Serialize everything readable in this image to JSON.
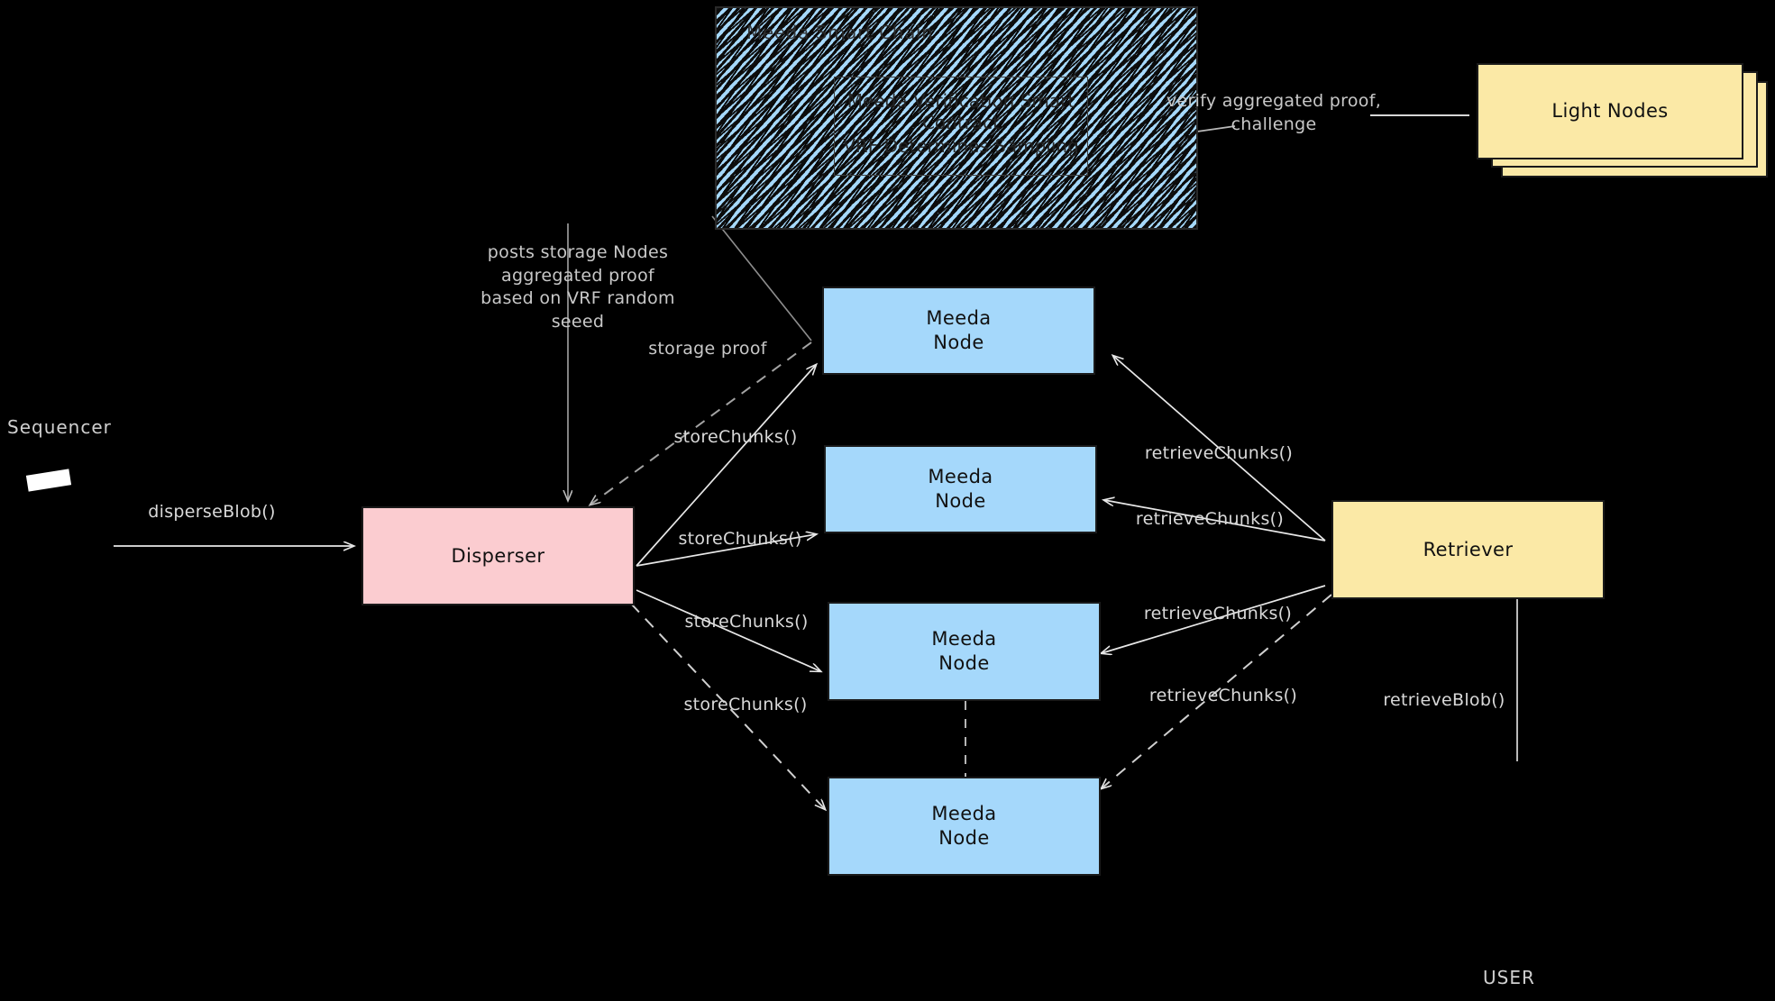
{
  "diagram": {
    "background_color": "#000000",
    "title_hidden": true
  },
  "smart_chain": {
    "title": "Meeda Smart Chain",
    "inner_line1": "Meeda Verification Smart",
    "inner_line2": "Contract",
    "inner_line3": "VRF Determines Sampling",
    "fill_color": "#a5d8fb"
  },
  "light_nodes": {
    "label": "Light Nodes",
    "fill_color": "#fbe9a6",
    "stack_count": 3
  },
  "sequencer": {
    "label": "Sequencer"
  },
  "disperser": {
    "label": "Disperser",
    "fill_color": "#fbccd0"
  },
  "retriever": {
    "label": "Retriever",
    "fill_color": "#fbe9a6"
  },
  "user": {
    "label": "USER"
  },
  "meeda_nodes": [
    {
      "label": "Meeda\nNode",
      "fill_color": "#a5d8fb"
    },
    {
      "label": "Meeda\nNode",
      "fill_color": "#a5d8fb"
    },
    {
      "label": "Meeda\nNode",
      "fill_color": "#a5d8fb"
    },
    {
      "label": "Meeda\nNode",
      "fill_color": "#a5d8fb"
    }
  ],
  "edges": {
    "disperse_blob": "disperseBlob()",
    "posts_storage": "posts storage Nodes\naggregated proof\nbased on VRF random\nseeed",
    "storage_proof": "storage proof",
    "verify_challenge": "verify aggregated proof,\nchallenge",
    "store_chunks_1": "storeChunks()",
    "store_chunks_2": "storeChunks()",
    "store_chunks_3": "storeChunks()",
    "store_chunks_4": "storeChunks()",
    "retrieve_chunks_1": "retrieveChunks()",
    "retrieve_chunks_2": "retrieveChunks()",
    "retrieve_chunks_3": "retrieveChunks()",
    "retrieve_chunks_4": "retrieveChunks()",
    "retrieve_blob": "retrieveBlob()"
  }
}
